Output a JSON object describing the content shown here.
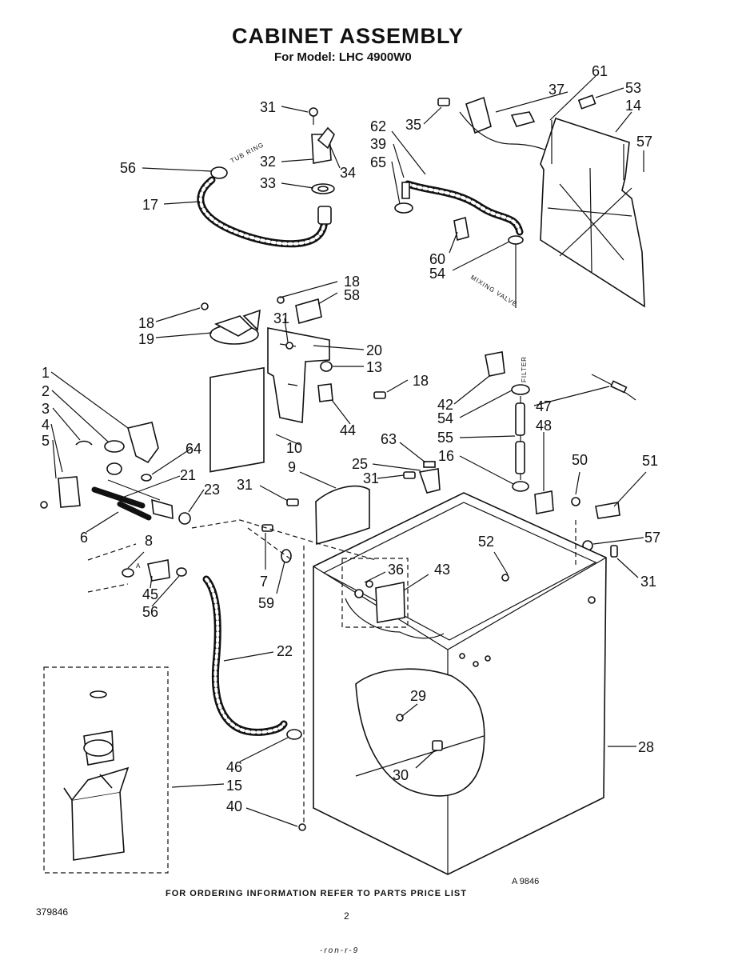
{
  "header": {
    "title": "CABINET ASSEMBLY",
    "subtitle": "For Model: LHC 4900W0"
  },
  "footer": {
    "ordering_note": "FOR ORDERING INFORMATION REFER TO PARTS PRICE LIST",
    "figure_id": "A 9846",
    "document_number": "379846",
    "page_number": "2",
    "scan_mark": "-ron-r-9"
  },
  "annotations": {
    "tub_ring": "TUB RING",
    "mixing_valve": "MIXING VALVE",
    "filter": "FILTER",
    "a_mark": "A"
  },
  "callouts": [
    "31",
    "56",
    "32",
    "34",
    "33",
    "17",
    "35",
    "37",
    "61",
    "53",
    "14",
    "57",
    "62",
    "39",
    "65",
    "60",
    "54",
    "18",
    "58",
    "18",
    "31",
    "19",
    "20",
    "13",
    "18",
    "42",
    "54",
    "55",
    "16",
    "47",
    "48",
    "1",
    "2",
    "3",
    "4",
    "5",
    "64",
    "21",
    "23",
    "6",
    "10",
    "9",
    "44",
    "63",
    "25",
    "31",
    "31",
    "50",
    "51",
    "57",
    "31",
    "8",
    "45",
    "56",
    "7",
    "59",
    "36",
    "43",
    "52",
    "22",
    "29",
    "28",
    "30",
    "46",
    "15",
    "40"
  ]
}
